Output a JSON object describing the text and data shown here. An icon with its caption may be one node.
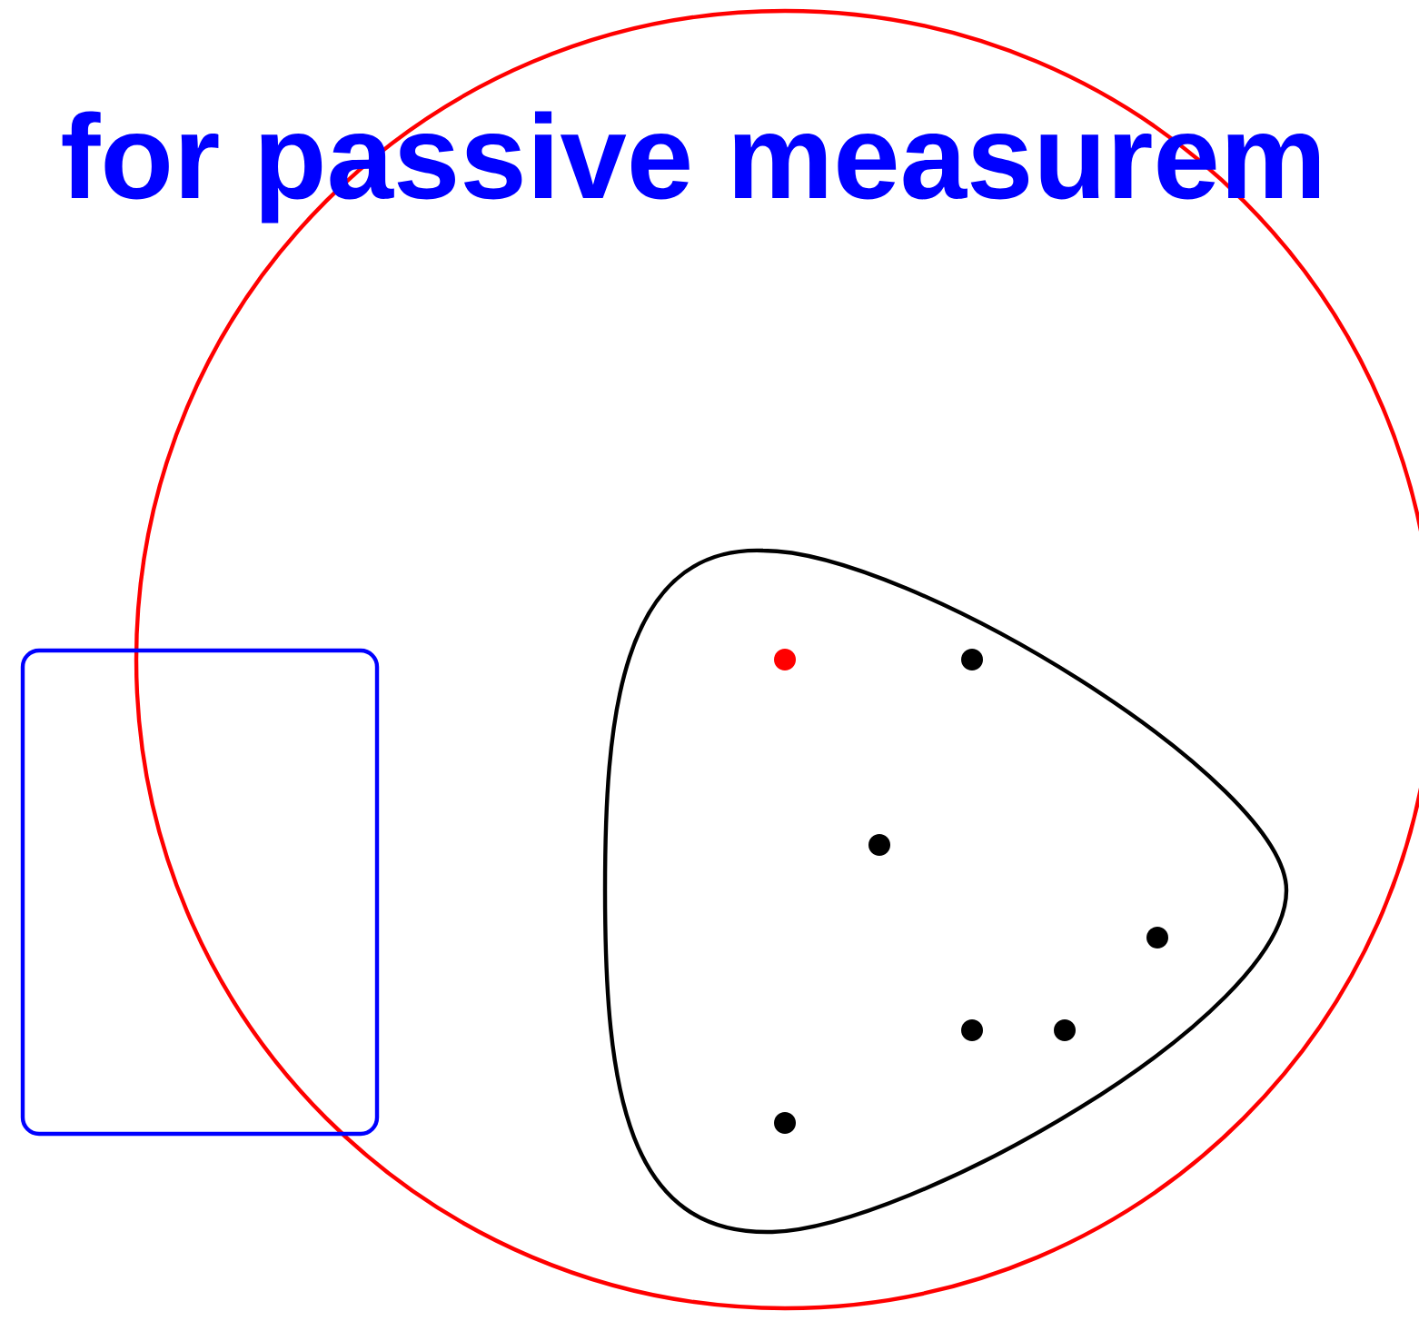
{
  "diagram": {
    "title": "for passive measurem",
    "nodes": [
      {
        "text": [],
        "shape": "circle"
      },
      {
        "text": [],
        "shape": "box"
      },
      {
        "text": [],
        "shape": "triangle",
        "in": 0
      },
      {
        "text": [],
        "shape": "circle",
        "in": 2
      },
      {
        "text": [],
        "shape": "circle",
        "in": 2
      },
      {
        "text": [],
        "shape": "circle",
        "in": 2
      },
      {
        "text": [],
        "shape": "circle",
        "in": 2
      },
      {
        "text": [],
        "shape": "circle",
        "in": 2
      },
      {
        "text": [],
        "shape": "circle",
        "in": 2
      },
      {
        "text": [],
        "shape": "circle",
        "in": 2
      }
    ]
  }
}
